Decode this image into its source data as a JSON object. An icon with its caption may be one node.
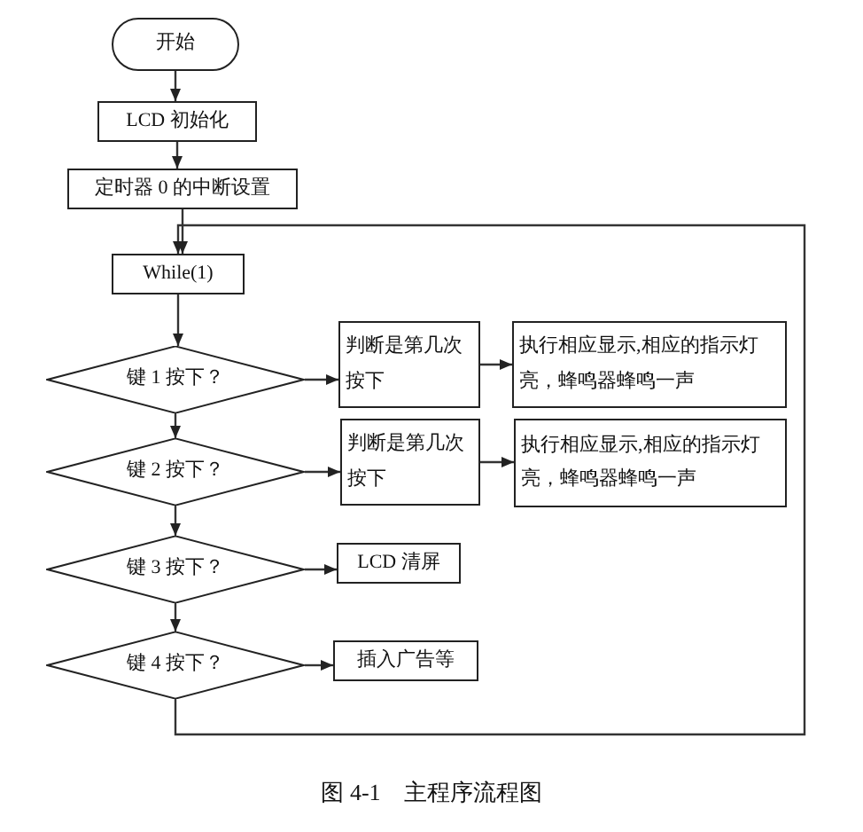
{
  "diagram": {
    "caption": "图 4-1　主程序流程图",
    "nodes": [
      {
        "text": [
          "开始"
        ]
      },
      {
        "text": [
          "LCD 初始化"
        ]
      },
      {
        "text": [
          "定时器 0 的中断设置"
        ]
      },
      {
        "text": [
          "While(1)"
        ]
      },
      {
        "text": [
          "键 1 按下？"
        ]
      },
      {
        "text": [
          "判断是第几次按下"
        ]
      },
      {
        "text": [
          "执行相应显示,相应的指示灯亮，蜂鸣器蜂鸣一声"
        ]
      },
      {
        "text": [
          "键 2 按下？"
        ]
      },
      {
        "text": [
          "判断是第几次按下"
        ]
      },
      {
        "text": [
          "执行相应显示,相应的指示灯亮，蜂鸣器蜂鸣一声"
        ]
      },
      {
        "text": [
          "键 3 按下？"
        ]
      },
      {
        "text": [
          "LCD 清屏"
        ]
      },
      {
        "text": [
          "键 4 按下？"
        ]
      },
      {
        "text": [
          "插入广告等"
        ]
      }
    ],
    "edges": [
      {
        "from": 0,
        "to": 1,
        "arrow": "to"
      },
      {
        "from": 1,
        "to": 2,
        "arrow": "to"
      },
      {
        "from": 2,
        "to": 3,
        "arrow": "to"
      },
      {
        "from": 3,
        "to": 4,
        "arrow": "to"
      },
      {
        "from": 4,
        "to": 7,
        "arrow": "to"
      },
      {
        "from": 7,
        "to": 10,
        "arrow": "to"
      },
      {
        "from": 10,
        "to": 12,
        "arrow": "to"
      },
      {
        "from": 4,
        "to": 5,
        "arrow": "to"
      },
      {
        "from": 5,
        "to": 6,
        "arrow": "to"
      },
      {
        "from": 7,
        "to": 8,
        "arrow": "to"
      },
      {
        "from": 8,
        "to": 9,
        "arrow": "to"
      },
      {
        "from": 10,
        "to": 11,
        "arrow": "to"
      },
      {
        "from": 12,
        "to": 13,
        "arrow": "to"
      },
      {
        "from": 12,
        "to": 3,
        "arrow": "to"
      }
    ]
  }
}
